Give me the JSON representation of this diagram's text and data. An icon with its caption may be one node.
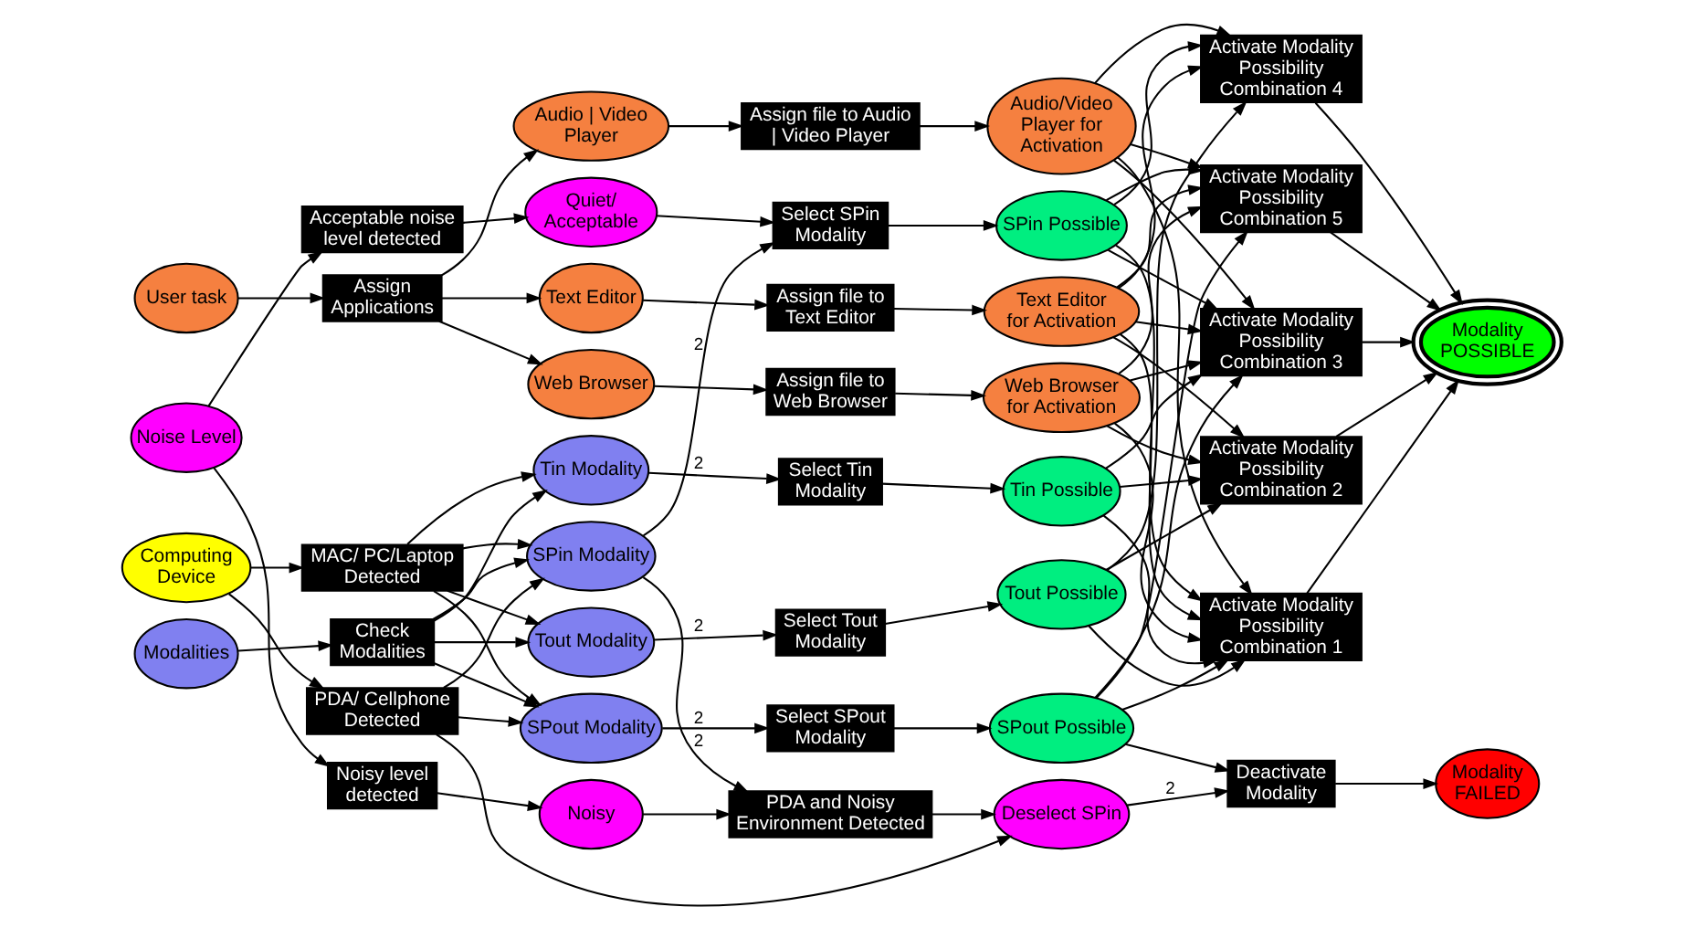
{
  "diagram": {
    "nodes": [
      {
        "text": [
          "User task"
        ]
      },
      {
        "text": [
          "Assign Applications"
        ]
      },
      {
        "text": [
          "Audio | Video Player"
        ]
      },
      {
        "text": [
          "Text Editor"
        ]
      },
      {
        "text": [
          "Web Browser"
        ]
      },
      {
        "text": [
          "Assign file to Audio | Video Player"
        ]
      },
      {
        "text": [
          "Assign file to Text Editor"
        ]
      },
      {
        "text": [
          "Assign file to Web Browser"
        ]
      },
      {
        "text": [
          "Audio/Video Player for Activation"
        ]
      },
      {
        "text": [
          "Text Editor for Activation"
        ]
      },
      {
        "text": [
          "Web Browser for Activation"
        ]
      },
      {
        "text": [
          "Modalities"
        ]
      },
      {
        "text": [
          "Check Modalities"
        ]
      },
      {
        "text": [
          "Computing Device"
        ]
      },
      {
        "text": [
          "MAC/ PC/Laptop Detected"
        ]
      },
      {
        "text": [
          "PDA/ Cellphone Detected"
        ]
      },
      {
        "text": [
          "Tin Modality"
        ]
      },
      {
        "text": [
          "Tout Modality"
        ]
      },
      {
        "text": [
          "SPout Modality"
        ]
      },
      {
        "text": [
          "SPin Modality"
        ]
      },
      {
        "text": [
          "Select Tin Modality"
        ]
      },
      {
        "text": [
          "Select Tout Modality"
        ]
      },
      {
        "text": [
          "Select SPout Modality"
        ]
      },
      {
        "text": [
          "Select SPin Modality"
        ]
      },
      {
        "text": [
          "Tin Possible"
        ]
      },
      {
        "text": [
          "Tout Possible"
        ]
      },
      {
        "text": [
          "SPout Possible"
        ]
      },
      {
        "text": [
          "SPin Possible"
        ]
      },
      {
        "text": [
          "Noise Level"
        ]
      },
      {
        "text": [
          "Noisy level detected"
        ]
      },
      {
        "text": [
          "Acceptable noise level detected"
        ]
      },
      {
        "text": [
          "Noisy"
        ]
      },
      {
        "text": [
          "Quiet/ Acceptable"
        ]
      },
      {
        "text": [
          "PDA and Noisy Environment Detected"
        ]
      },
      {
        "text": [
          "Deselect SPin"
        ]
      },
      {
        "text": [
          "Activate Modality Possibility Combination 1"
        ]
      },
      {
        "text": [
          "Activate Modality Possibility Combination 2"
        ]
      },
      {
        "text": [
          "Activate Modality Possibility Combination 3"
        ]
      },
      {
        "text": [
          "Activate Modality Possibility Combination 4"
        ]
      },
      {
        "text": [
          "Activate Modality Possibility Combination 5"
        ]
      },
      {
        "text": [
          "Deactivate Modality"
        ]
      },
      {
        "text": [
          "Modality POSSIBLE"
        ]
      },
      {
        "text": [
          "Modality FAILED"
        ]
      }
    ],
    "edges": [
      {
        "from": 0,
        "to": 1,
        "arrow": "to"
      },
      {
        "from": 1,
        "to": 2,
        "arrow": "to"
      },
      {
        "from": 1,
        "to": 3,
        "arrow": "to"
      },
      {
        "from": 1,
        "to": 4,
        "arrow": "to"
      },
      {
        "from": 2,
        "to": 5,
        "arrow": "to"
      },
      {
        "from": 3,
        "to": 6,
        "arrow": "to"
      },
      {
        "from": 4,
        "to": 7,
        "arrow": "to"
      },
      {
        "from": 5,
        "to": 8,
        "arrow": "to"
      },
      {
        "from": 6,
        "to": 9,
        "arrow": "to"
      },
      {
        "from": 7,
        "to": 10,
        "arrow": "to"
      },
      {
        "from": 11,
        "to": 12,
        "arrow": "to"
      },
      {
        "from": 12,
        "to": 16,
        "arrow": "to"
      },
      {
        "from": 12,
        "to": 17,
        "arrow": "to"
      },
      {
        "from": 12,
        "to": 18,
        "arrow": "to"
      },
      {
        "from": 12,
        "to": 19,
        "arrow": "to"
      },
      {
        "from": 13,
        "to": 14,
        "arrow": "to"
      },
      {
        "from": 13,
        "to": 15,
        "arrow": "to"
      },
      {
        "from": 14,
        "to": 16,
        "arrow": "to"
      },
      {
        "from": 14,
        "to": 17,
        "arrow": "to"
      },
      {
        "from": 14,
        "to": 18,
        "arrow": "to"
      },
      {
        "from": 14,
        "to": 19,
        "arrow": "to"
      },
      {
        "from": 15,
        "to": 18,
        "arrow": "to"
      },
      {
        "from": 15,
        "to": 19,
        "arrow": "to"
      },
      {
        "from": 15,
        "to": 34,
        "arrow": "to"
      },
      {
        "from": 16,
        "to": 20,
        "arrow": "to",
        "label": "2"
      },
      {
        "from": 17,
        "to": 21,
        "arrow": "to",
        "label": "2"
      },
      {
        "from": 18,
        "to": 22,
        "arrow": "to",
        "label": "2"
      },
      {
        "from": 19,
        "to": 23,
        "arrow": "to",
        "label": "2"
      },
      {
        "from": 19,
        "to": 33,
        "arrow": "to",
        "label": "2"
      },
      {
        "from": 32,
        "to": 23,
        "arrow": "to"
      },
      {
        "from": 20,
        "to": 24,
        "arrow": "to"
      },
      {
        "from": 21,
        "to": 25,
        "arrow": "to"
      },
      {
        "from": 22,
        "to": 26,
        "arrow": "to"
      },
      {
        "from": 23,
        "to": 27,
        "arrow": "to"
      },
      {
        "from": 28,
        "to": 29,
        "arrow": "to"
      },
      {
        "from": 28,
        "to": 30,
        "arrow": "to"
      },
      {
        "from": 29,
        "to": 31,
        "arrow": "to"
      },
      {
        "from": 30,
        "to": 32,
        "arrow": "to"
      },
      {
        "from": 31,
        "to": 33,
        "arrow": "to"
      },
      {
        "from": 33,
        "to": 34,
        "arrow": "to"
      },
      {
        "from": 34,
        "to": 40,
        "arrow": "to",
        "label": "2"
      },
      {
        "from": 26,
        "to": 40,
        "arrow": "to"
      },
      {
        "from": 40,
        "to": 42,
        "arrow": "to"
      },
      {
        "from": 8,
        "to": 35,
        "arrow": "to"
      },
      {
        "from": 9,
        "to": 35,
        "arrow": "to"
      },
      {
        "from": 10,
        "to": 35,
        "arrow": "to"
      },
      {
        "from": 24,
        "to": 35,
        "arrow": "to"
      },
      {
        "from": 25,
        "to": 35,
        "arrow": "to"
      },
      {
        "from": 26,
        "to": 35,
        "arrow": "to"
      },
      {
        "from": 27,
        "to": 35,
        "arrow": "to"
      },
      {
        "from": 9,
        "to": 36,
        "arrow": "to"
      },
      {
        "from": 10,
        "to": 36,
        "arrow": "to"
      },
      {
        "from": 24,
        "to": 36,
        "arrow": "to"
      },
      {
        "from": 25,
        "to": 36,
        "arrow": "to"
      },
      {
        "from": 8,
        "to": 37,
        "arrow": "to"
      },
      {
        "from": 9,
        "to": 37,
        "arrow": "to"
      },
      {
        "from": 10,
        "to": 37,
        "arrow": "to"
      },
      {
        "from": 24,
        "to": 37,
        "arrow": "to"
      },
      {
        "from": 26,
        "to": 37,
        "arrow": "to"
      },
      {
        "from": 27,
        "to": 37,
        "arrow": "to"
      },
      {
        "from": 8,
        "to": 38,
        "arrow": "to"
      },
      {
        "from": 9,
        "to": 38,
        "arrow": "to"
      },
      {
        "from": 25,
        "to": 38,
        "arrow": "to"
      },
      {
        "from": 27,
        "to": 38,
        "arrow": "to"
      },
      {
        "from": 8,
        "to": 39,
        "arrow": "to"
      },
      {
        "from": 9,
        "to": 39,
        "arrow": "to"
      },
      {
        "from": 10,
        "to": 39,
        "arrow": "to"
      },
      {
        "from": 26,
        "to": 39,
        "arrow": "to"
      },
      {
        "from": 27,
        "to": 39,
        "arrow": "to"
      },
      {
        "from": 35,
        "to": 41,
        "arrow": "to"
      },
      {
        "from": 36,
        "to": 41,
        "arrow": "to"
      },
      {
        "from": 37,
        "to": 41,
        "arrow": "to"
      },
      {
        "from": 38,
        "to": 41,
        "arrow": "to"
      },
      {
        "from": 39,
        "to": 41,
        "arrow": "to"
      }
    ]
  }
}
